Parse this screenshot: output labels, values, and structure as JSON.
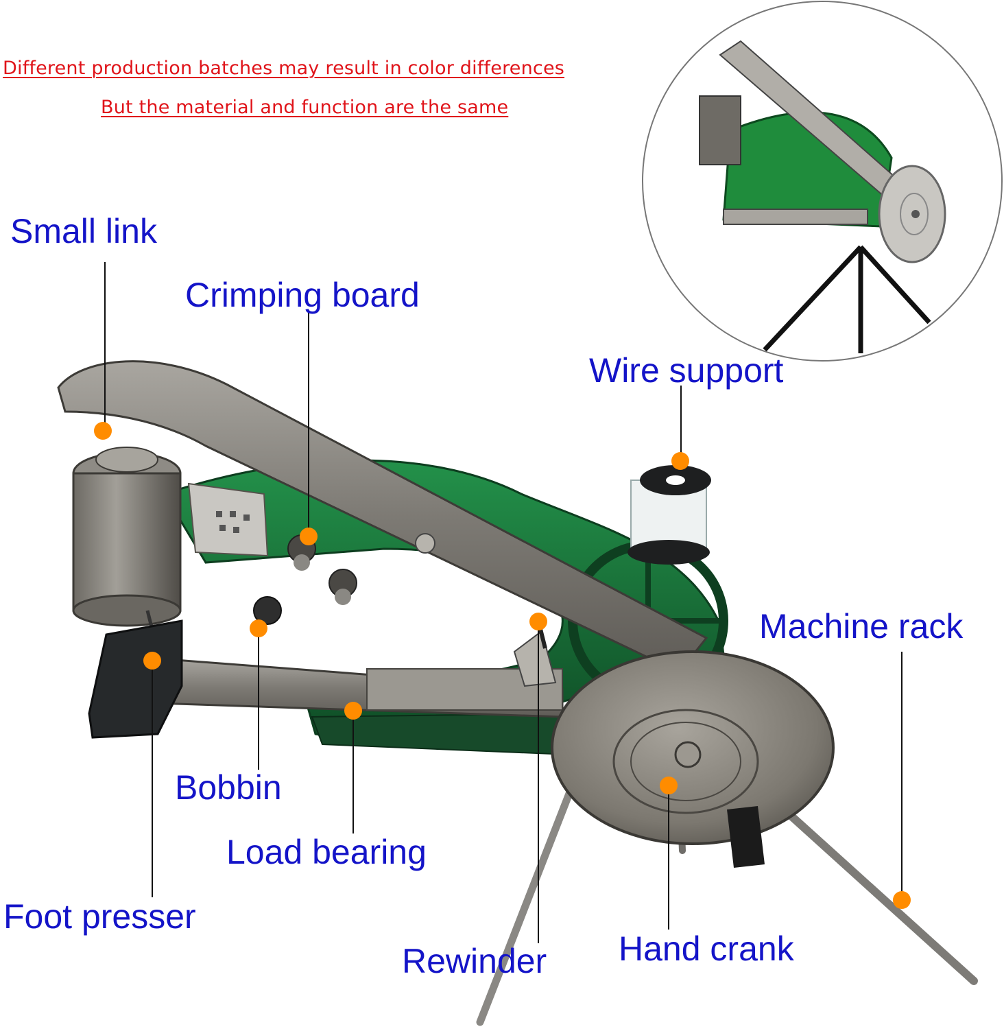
{
  "notices": [
    "Different production batches may result in color differences",
    "But the material and function are the same"
  ],
  "callouts": {
    "small_link": "Small link",
    "crimping_board": "Crimping board",
    "wire_support": "Wire support",
    "machine_rack": "Machine rack",
    "bobbin": "Bobbin",
    "load_bearing": "Load bearing",
    "foot_presser": "Foot presser",
    "rewinder": "Rewinder",
    "hand_crank": "Hand crank"
  },
  "colors": {
    "notice": "#e0141a",
    "label": "#1414c8",
    "marker": "#ff8c00",
    "machine_body": "#1d7a3a",
    "steel": "#8c8a86"
  }
}
